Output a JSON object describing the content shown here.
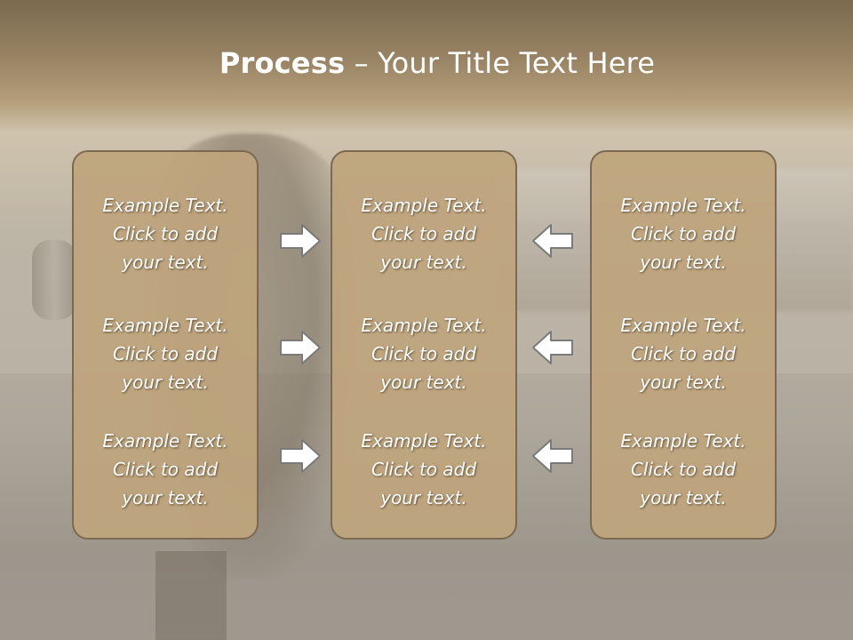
{
  "title": {
    "bold": "Process",
    "rest": " – Your Title Text Here"
  },
  "columns": [
    {
      "items": [
        {
          "line1": "Example Text.",
          "line2": "Click  to add",
          "line3": "your text."
        },
        {
          "line1": "Example Text.",
          "line2": "Click  to add",
          "line3": "your text."
        },
        {
          "line1": "Example Text.",
          "line2": "Click  to add",
          "line3": "your text."
        }
      ]
    },
    {
      "items": [
        {
          "line1": "Example Text.",
          "line2": "Click  to add",
          "line3": "your text."
        },
        {
          "line1": "Example Text.",
          "line2": "Click  to add",
          "line3": "your text."
        },
        {
          "line1": "Example Text.",
          "line2": "Click  to add",
          "line3": "your text."
        }
      ]
    },
    {
      "items": [
        {
          "line1": "Example Text.",
          "line2": "Click  to add",
          "line3": "your text."
        },
        {
          "line1": "Example Text.",
          "line2": "Click  to add",
          "line3": "your text."
        },
        {
          "line1": "Example Text.",
          "line2": "Click  to add",
          "line3": "your text."
        }
      ]
    }
  ],
  "icons": {
    "right": "arrow-right-icon",
    "left": "arrow-left-icon"
  },
  "colors": {
    "box_fill": "#bea57d",
    "box_border": "#7b6a4f",
    "header": "#7b6a4f",
    "text": "#ffffff"
  }
}
